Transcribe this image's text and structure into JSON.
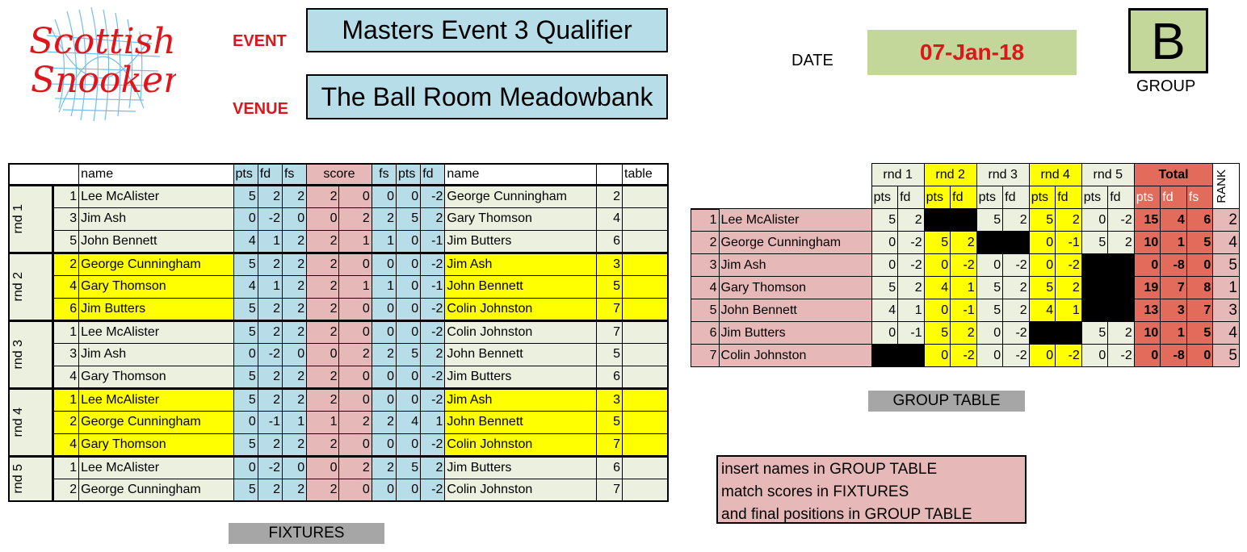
{
  "logo": {
    "line1": "Scottish",
    "line2": "Snooker"
  },
  "header": {
    "event_label": "EVENT",
    "event_value": "Masters Event 3 Qualifier",
    "venue_label": "VENUE",
    "venue_value": "The Ball Room Meadowbank",
    "date_label": "DATE",
    "date_value": "07-Jan-18",
    "group_value": "B",
    "group_label": "GROUP"
  },
  "fixtures": {
    "headers": {
      "name": "name",
      "pts": "pts",
      "fd": "fd",
      "fs": "fs",
      "score": "score",
      "name2": "name",
      "table": "table"
    },
    "rounds": [
      {
        "label": "rnd 1",
        "color": "g",
        "rows": [
          [
            "1",
            "Lee McAlister",
            "5",
            "2",
            "2",
            "2",
            "0",
            "0",
            "0",
            "-2",
            "George Cunningham",
            "2"
          ],
          [
            "3",
            "Jim Ash",
            "0",
            "-2",
            "0",
            "0",
            "2",
            "2",
            "5",
            "2",
            "Gary Thomson",
            "4"
          ],
          [
            "5",
            "John Bennett",
            "4",
            "1",
            "2",
            "2",
            "1",
            "1",
            "0",
            "-1",
            "Jim Butters",
            "6"
          ]
        ]
      },
      {
        "label": "rnd 2",
        "color": "y",
        "rows": [
          [
            "2",
            "George Cunningham",
            "5",
            "2",
            "2",
            "2",
            "0",
            "0",
            "0",
            "-2",
            "Jim Ash",
            "3"
          ],
          [
            "4",
            "Gary Thomson",
            "4",
            "1",
            "2",
            "2",
            "1",
            "1",
            "0",
            "-1",
            "John Bennett",
            "5"
          ],
          [
            "6",
            "Jim Butters",
            "5",
            "2",
            "2",
            "2",
            "0",
            "0",
            "0",
            "-2",
            "Colin Johnston",
            "7"
          ]
        ]
      },
      {
        "label": "rnd 3",
        "color": "g",
        "rows": [
          [
            "1",
            "Lee McAlister",
            "5",
            "2",
            "2",
            "2",
            "0",
            "0",
            "0",
            "-2",
            "Colin Johnston",
            "7"
          ],
          [
            "3",
            "Jim Ash",
            "0",
            "-2",
            "0",
            "0",
            "2",
            "2",
            "5",
            "2",
            "John Bennett",
            "5"
          ],
          [
            "4",
            "Gary Thomson",
            "5",
            "2",
            "2",
            "2",
            "0",
            "0",
            "0",
            "-2",
            "Jim Butters",
            "6"
          ]
        ]
      },
      {
        "label": "rnd 4",
        "color": "y",
        "rows": [
          [
            "1",
            "Lee McAlister",
            "5",
            "2",
            "2",
            "2",
            "0",
            "0",
            "0",
            "-2",
            "Jim Ash",
            "3"
          ],
          [
            "2",
            "George Cunningham",
            "0",
            "-1",
            "1",
            "1",
            "2",
            "2",
            "4",
            "1",
            "John Bennett",
            "5"
          ],
          [
            "4",
            "Gary Thomson",
            "5",
            "2",
            "2",
            "2",
            "0",
            "0",
            "0",
            "-2",
            "Colin Johnston",
            "7"
          ]
        ]
      },
      {
        "label": "rnd 5",
        "color": "g",
        "rows": [
          [
            "1",
            "Lee McAlister",
            "0",
            "-2",
            "0",
            "0",
            "2",
            "2",
            "5",
            "2",
            "Jim Butters",
            "6"
          ],
          [
            "2",
            "George Cunningham",
            "5",
            "2",
            "2",
            "2",
            "0",
            "0",
            "0",
            "-2",
            "Colin Johnston",
            "7"
          ]
        ]
      }
    ],
    "caption": "FIXTURES"
  },
  "group_table": {
    "round_headers": [
      "rnd 1",
      "rnd 2",
      "rnd 3",
      "rnd 4",
      "rnd 5"
    ],
    "total_label": "Total",
    "rank_label": "RANK",
    "sub_pts": "pts",
    "sub_fd": "fd",
    "sub_fs": "fs",
    "rows": [
      {
        "num": "1",
        "name": "Lee McAlister",
        "r": [
          [
            "5",
            "2"
          ],
          null,
          [
            "5",
            "2"
          ],
          [
            "5",
            "2"
          ],
          [
            "0",
            "-2"
          ]
        ],
        "tot": [
          "15",
          "4",
          "6"
        ],
        "rank": "2"
      },
      {
        "num": "2",
        "name": "George Cunningham",
        "r": [
          [
            "0",
            "-2"
          ],
          [
            "5",
            "2"
          ],
          null,
          [
            "0",
            "-1"
          ],
          [
            "5",
            "2"
          ]
        ],
        "tot": [
          "10",
          "1",
          "5"
        ],
        "rank": "4"
      },
      {
        "num": "3",
        "name": "Jim Ash",
        "r": [
          [
            "0",
            "-2"
          ],
          [
            "0",
            "-2"
          ],
          [
            "0",
            "-2"
          ],
          [
            "0",
            "-2"
          ],
          null
        ],
        "tot": [
          "0",
          "-8",
          "0"
        ],
        "rank": "5"
      },
      {
        "num": "4",
        "name": "Gary Thomson",
        "r": [
          [
            "5",
            "2"
          ],
          [
            "4",
            "1"
          ],
          [
            "5",
            "2"
          ],
          [
            "5",
            "2"
          ],
          null
        ],
        "tot": [
          "19",
          "7",
          "8"
        ],
        "rank": "1"
      },
      {
        "num": "5",
        "name": "John Bennett",
        "r": [
          [
            "4",
            "1"
          ],
          [
            "0",
            "-1"
          ],
          [
            "5",
            "2"
          ],
          [
            "4",
            "1"
          ],
          null
        ],
        "tot": [
          "13",
          "3",
          "7"
        ],
        "rank": "3"
      },
      {
        "num": "6",
        "name": "Jim Butters",
        "r": [
          [
            "0",
            "-1"
          ],
          [
            "5",
            "2"
          ],
          [
            "0",
            "-2"
          ],
          null,
          [
            "5",
            "2"
          ]
        ],
        "tot": [
          "10",
          "1",
          "5"
        ],
        "rank": "4"
      },
      {
        "num": "7",
        "name": "Colin Johnston",
        "r": [
          null,
          [
            "0",
            "-2"
          ],
          [
            "0",
            "-2"
          ],
          [
            "0",
            "-2"
          ],
          [
            "0",
            "-2"
          ]
        ],
        "tot": [
          "0",
          "-8",
          "0"
        ],
        "rank": "5"
      }
    ],
    "caption": "GROUP TABLE"
  },
  "note": {
    "line1": "insert names in GROUP TABLE",
    "line2": "match scores in FIXTURES",
    "line3": "and final positions in GROUP TABLE"
  },
  "colors": {
    "yellow": "#ffff00",
    "green": "#ebf1de",
    "blue": "#b7dde8",
    "pink": "#e6b8b7",
    "red": "#e26b5b",
    "date_red": "#e0141b"
  }
}
